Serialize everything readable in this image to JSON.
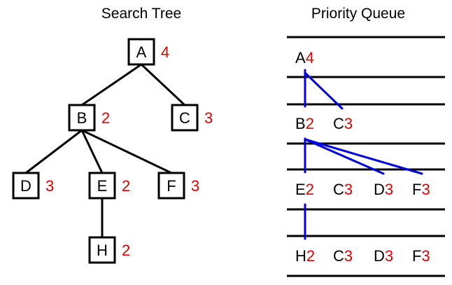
{
  "titles": {
    "tree": "Search Tree",
    "queue": "Priority Queue"
  },
  "colors": {
    "edge": "#000000",
    "cost": "#e00000",
    "pointer": "#0000dd",
    "separator": "#000000"
  },
  "tree": {
    "nodes": [
      {
        "id": "A",
        "label": "A",
        "cost": "4"
      },
      {
        "id": "B",
        "label": "B",
        "cost": "2"
      },
      {
        "id": "C",
        "label": "C",
        "cost": "3"
      },
      {
        "id": "D",
        "label": "D",
        "cost": "3"
      },
      {
        "id": "E",
        "label": "E",
        "cost": "2"
      },
      {
        "id": "F",
        "label": "F",
        "cost": "3"
      },
      {
        "id": "H",
        "label": "H",
        "cost": "2"
      }
    ],
    "edges": [
      [
        "A",
        "B"
      ],
      [
        "A",
        "C"
      ],
      [
        "B",
        "D"
      ],
      [
        "B",
        "E"
      ],
      [
        "B",
        "F"
      ],
      [
        "E",
        "H"
      ]
    ]
  },
  "queue": {
    "rows": [
      [
        {
          "label": "A",
          "cost": "4"
        }
      ],
      [
        {
          "label": "B",
          "cost": "2"
        },
        {
          "label": "C",
          "cost": "3"
        }
      ],
      [
        {
          "label": "E",
          "cost": "2"
        },
        {
          "label": "C",
          "cost": "3"
        },
        {
          "label": "D",
          "cost": "3"
        },
        {
          "label": "F",
          "cost": "3"
        }
      ],
      [
        {
          "label": "H",
          "cost": "2"
        },
        {
          "label": "C",
          "cost": "3"
        },
        {
          "label": "D",
          "cost": "3"
        },
        {
          "label": "F",
          "cost": "3"
        }
      ]
    ]
  }
}
